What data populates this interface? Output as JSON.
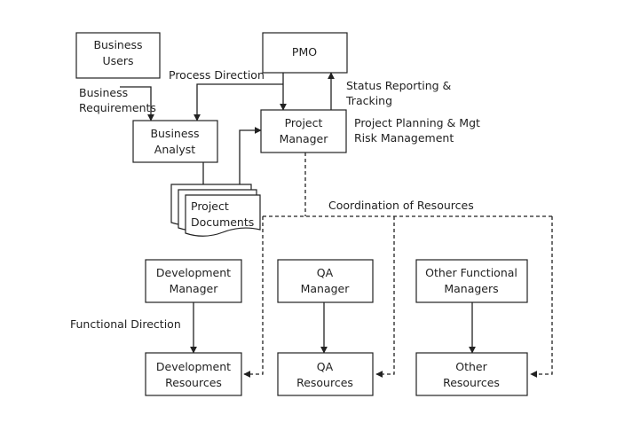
{
  "nodes": {
    "business_users": [
      "Business",
      "Users"
    ],
    "pmo": [
      "PMO"
    ],
    "business_analyst": [
      "Business",
      "Analyst"
    ],
    "project_manager": [
      "Project",
      "Manager"
    ],
    "project_documents": [
      "Project",
      "Documents"
    ],
    "development_manager": [
      "Development",
      "Manager"
    ],
    "qa_manager": [
      "QA",
      "Manager"
    ],
    "other_functional_managers": [
      "Other Functional",
      "Managers"
    ],
    "development_resources": [
      "Development",
      "Resources"
    ],
    "qa_resources": [
      "QA",
      "Resources"
    ],
    "other_resources": [
      "Other",
      "Resources"
    ]
  },
  "labels": {
    "process_direction": "Process Direction",
    "business_requirements": [
      "Business",
      "Requirements"
    ],
    "status_reporting": [
      "Status Reporting &",
      "Tracking"
    ],
    "project_planning": [
      "Project Planning & Mgt",
      "Risk Management"
    ],
    "coordination": "Coordination of Resources",
    "functional_direction": "Functional Direction"
  }
}
